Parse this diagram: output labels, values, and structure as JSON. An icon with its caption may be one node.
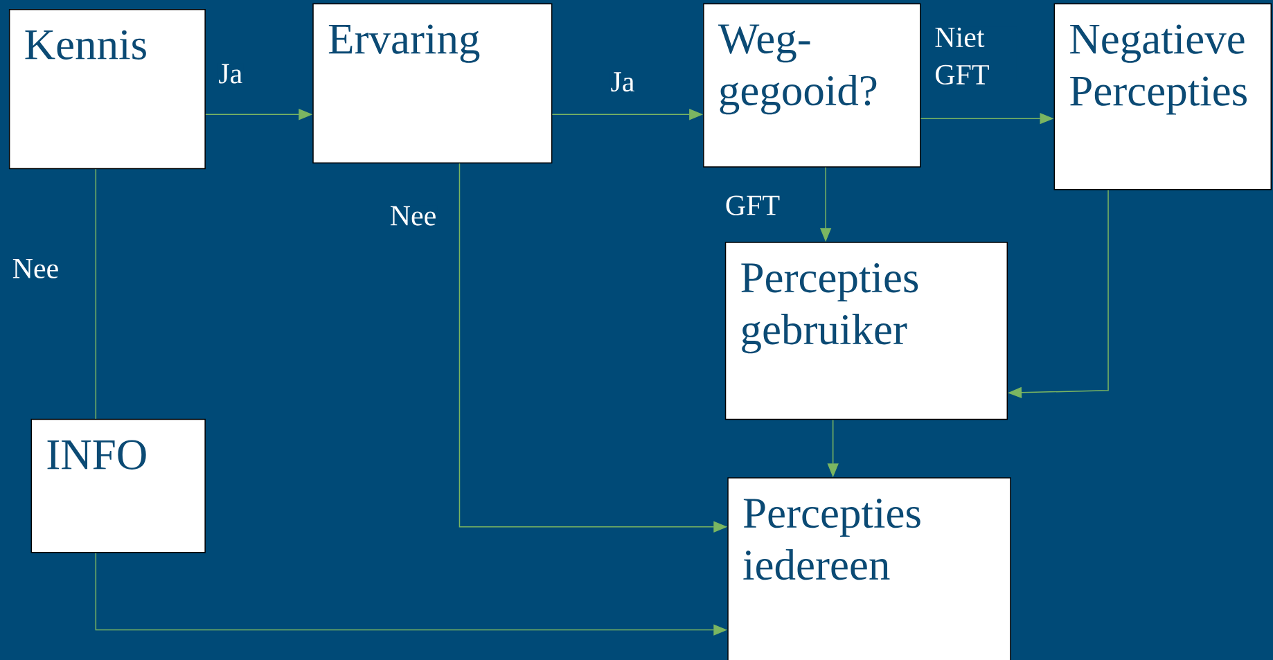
{
  "diagram": {
    "nodes": [
      {
        "text": [
          "Kennis"
        ]
      },
      {
        "text": [
          "Ervaring"
        ]
      },
      {
        "text": [
          "Weg- gegooid?"
        ]
      },
      {
        "text": [
          "Negatieve Percepties"
        ]
      },
      {
        "text": [
          "Percepties gebruiker"
        ]
      },
      {
        "text": [
          "INFO"
        ]
      },
      {
        "text": [
          "Percepties iedereen"
        ]
      }
    ],
    "edges": [
      {
        "from": 0,
        "to": 1,
        "arrow": "to",
        "label": "Ja"
      },
      {
        "from": 1,
        "to": 2,
        "arrow": "to",
        "label": "Ja"
      },
      {
        "from": 2,
        "to": 3,
        "arrow": "to",
        "label": "Niet GFT"
      },
      {
        "from": 2,
        "to": 4,
        "arrow": "to",
        "label": "GFT"
      },
      {
        "from": 3,
        "to": 4,
        "arrow": "to"
      },
      {
        "from": 4,
        "to": 6,
        "arrow": "to"
      },
      {
        "from": 1,
        "to": 6,
        "arrow": "to",
        "label": "Nee"
      },
      {
        "from": 0,
        "to": 5,
        "arrow": "none",
        "label": "Nee"
      },
      {
        "from": 5,
        "to": 6,
        "arrow": "to"
      }
    ]
  }
}
